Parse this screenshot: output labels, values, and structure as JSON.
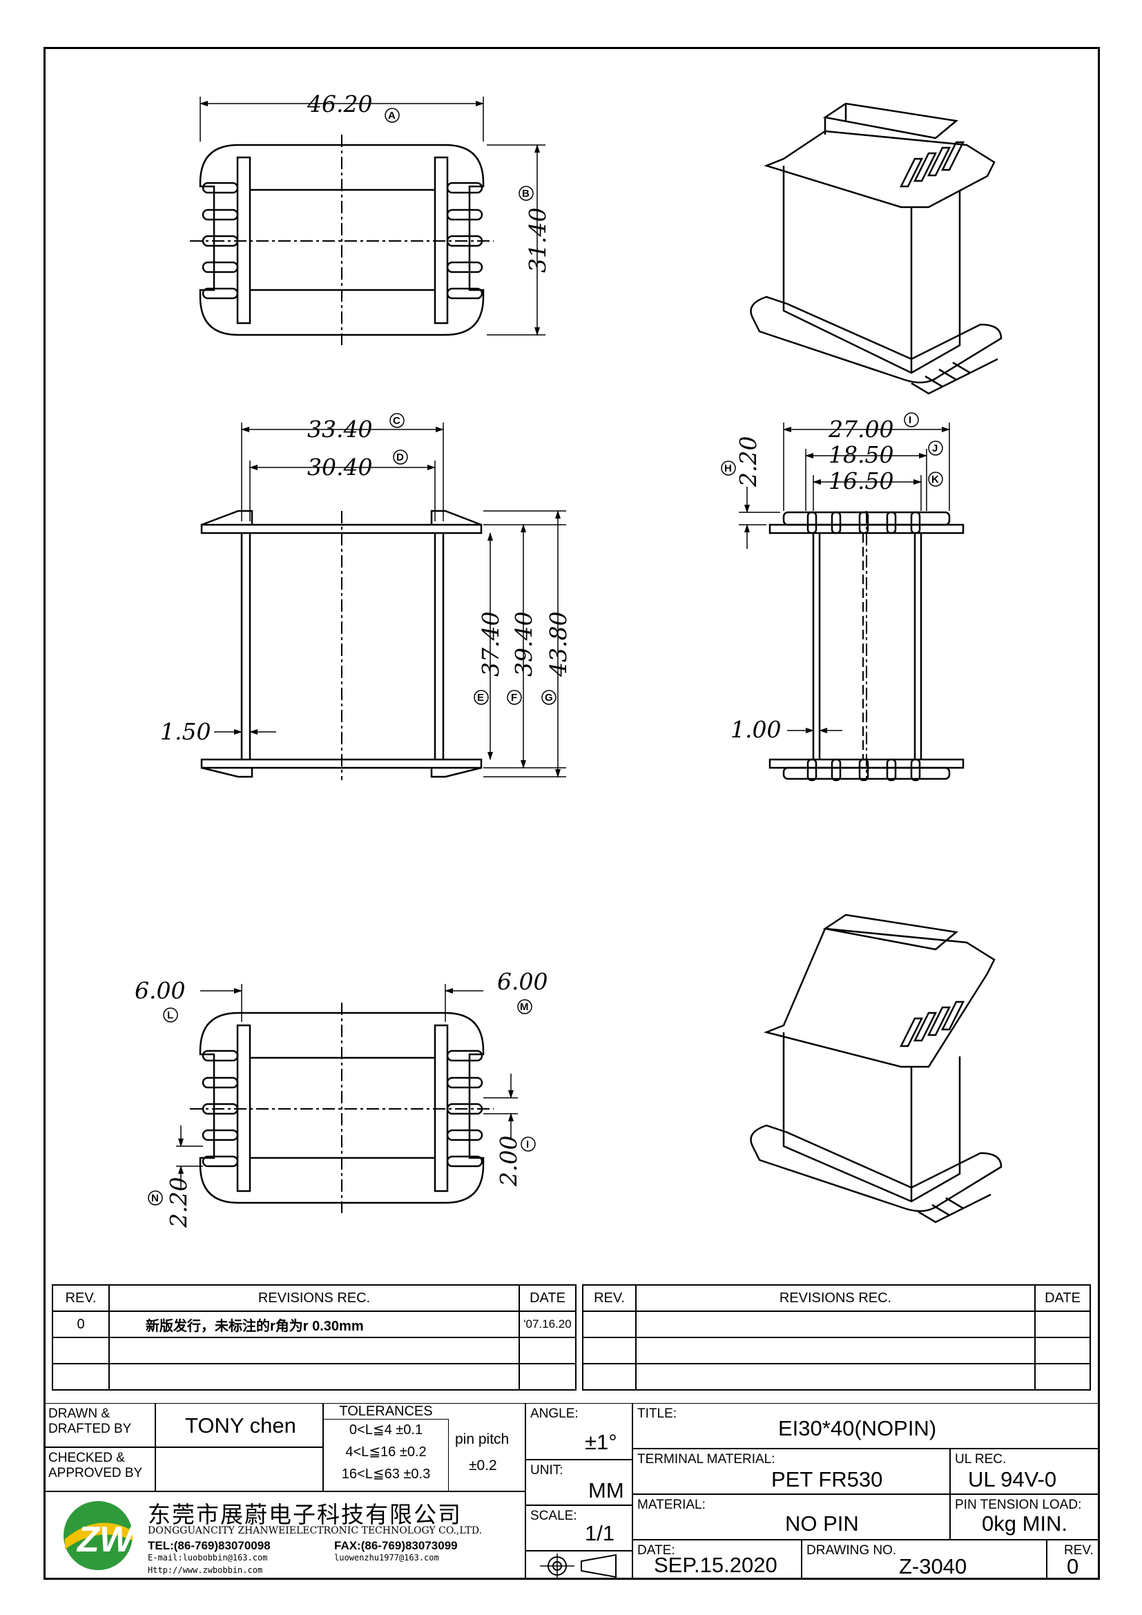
{
  "dimensions": {
    "A": {
      "value": "46.20",
      "tag": "A"
    },
    "B": {
      "value": "31.40",
      "tag": "B"
    },
    "C": {
      "value": "33.40",
      "tag": "C"
    },
    "D": {
      "value": "30.40",
      "tag": "D"
    },
    "E": {
      "value": "37.40",
      "tag": "E"
    },
    "F": {
      "value": "39.40",
      "tag": "F"
    },
    "G": {
      "value": "43.80",
      "tag": "G"
    },
    "H": {
      "value": "2.20",
      "tag": "H"
    },
    "I": {
      "value": "27.00",
      "tag": "I"
    },
    "J": {
      "value": "18.50",
      "tag": "J"
    },
    "K": {
      "value": "16.50",
      "tag": "K"
    },
    "wall_front": {
      "value": "1.50"
    },
    "wall_side": {
      "value": "1.00"
    },
    "L": {
      "value": "6.00",
      "tag": "L"
    },
    "M": {
      "value": "6.00",
      "tag": "M"
    },
    "N": {
      "value": "2.20",
      "tag": "N"
    },
    "I2": {
      "value": "2.00",
      "tag": "I"
    }
  },
  "revisions": {
    "header": {
      "rev": "REV.",
      "rec": "REVISIONS   REC.",
      "date": "DATE"
    },
    "rows": [
      {
        "rev": "0",
        "text": "新版发行，未标注的r角为r 0.30mm",
        "date": "'07.16.20"
      }
    ]
  },
  "title_block": {
    "drawn_label": "DRAWN &\nDRAFTED BY",
    "drawn_value": "TONY  chen",
    "checked_label": "CHECKED &\nAPPROVED BY",
    "tolerances_label": "TOLERANCES",
    "tol_rows": [
      "0<L≦4   ±0.1",
      "4<L≦16  ±0.2",
      "16<L≦63  ±0.3"
    ],
    "pin_pitch_label": "pin  pitch",
    "pin_pitch_value": "±0.2",
    "angle_label": "ANGLE:",
    "angle_value": "±1°",
    "unit_label": "UNIT:",
    "unit_value": "MM",
    "scale_label": "SCALE:",
    "scale_value": "1/1",
    "title_label": "TITLE:",
    "title_value": "EI30*40(NOPIN)",
    "terminal_label": "TERMINAL  MATERIAL:",
    "terminal_value": "PET  FR530",
    "ul_label": "UL  REC.",
    "ul_value": "UL  94V-0",
    "material_label": "MATERIAL:",
    "material_value": "NO  PIN",
    "pin_tension_label": "PIN  TENSION  LOAD:",
    "pin_tension_value": "0kg  MIN.",
    "date_label": "DATE:",
    "date_value": "SEP.15.2020",
    "drawing_no_label": "DRAWING  NO.",
    "drawing_no_value": "Z-3040",
    "rev_label": "REV.",
    "rev_value": "0",
    "company_cn": "东莞市展蔚电子科技有限公司",
    "company_en": "DONGGUANCITY  ZHANWEIELECTRONIC  TECHNOLOGY  CO.,LTD.",
    "tel": "TEL:(86-769)83070098",
    "fax": "FAX:(86-769)83073099",
    "email": "E-mail:luobobbin@163.com",
    "email2": "luowenzhu1977@163.com",
    "web": "Http://www.zwbobbin.com",
    "logo_text": "ZW"
  },
  "colors": {
    "logo_green": "#2f9a3a",
    "logo_yellow": "#f2c200",
    "ink": "#000000"
  }
}
